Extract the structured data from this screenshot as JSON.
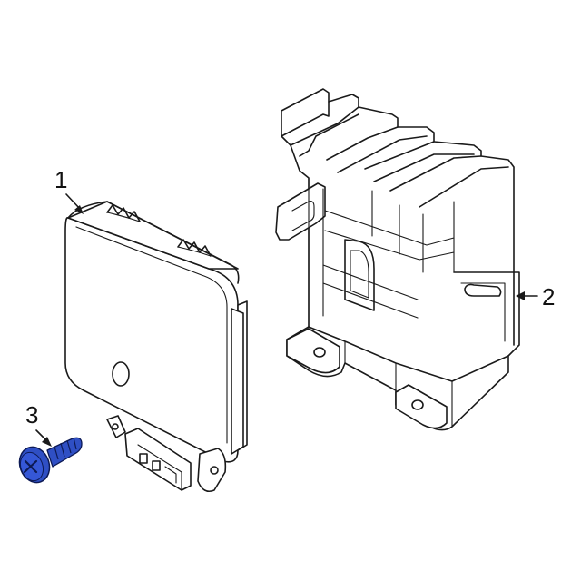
{
  "diagram": {
    "callouts": [
      {
        "id": "1",
        "label": "1"
      },
      {
        "id": "2",
        "label": "2"
      },
      {
        "id": "3",
        "label": "3"
      }
    ],
    "colors": {
      "line": "#1a1a1a",
      "background": "#ffffff",
      "highlight_part": "#2f4fc4"
    }
  }
}
